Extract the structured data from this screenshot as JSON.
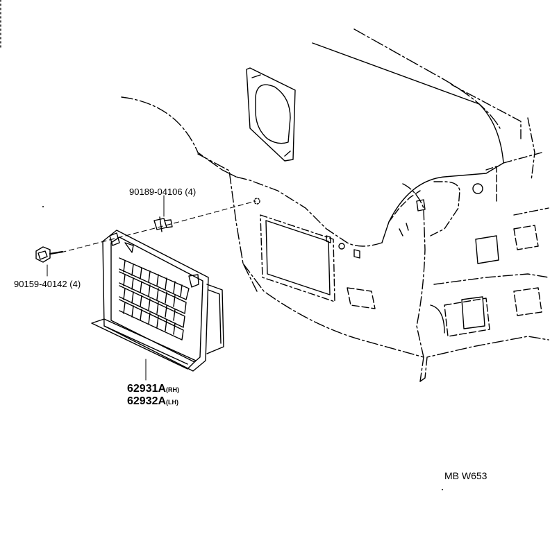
{
  "diagram": {
    "parts": [
      {
        "number": "90189-04106",
        "qty": "(4)"
      },
      {
        "number": "90159-40142",
        "qty": "(4)"
      },
      {
        "number": "62931A",
        "side": "(RH)"
      },
      {
        "number": "62932A",
        "side": "(LH)"
      }
    ],
    "ref_code": "MB W653"
  }
}
